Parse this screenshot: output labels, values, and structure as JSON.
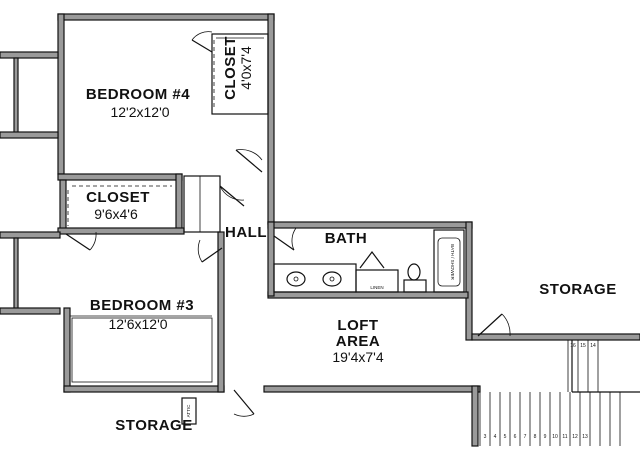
{
  "rooms": {
    "bedroom4": {
      "name": "BEDROOM #4",
      "dims": "12'2x12'0"
    },
    "closet_small": {
      "name": "CLOSET",
      "dims": "4'0x7'4"
    },
    "closet": {
      "name": "CLOSET",
      "dims": "9'6x4'6"
    },
    "hall": {
      "name": "HALL"
    },
    "bath": {
      "name": "BATH"
    },
    "bedroom3": {
      "name": "BEDROOM #3",
      "dims": "12'6x12'0"
    },
    "loft": {
      "line1": "LOFT",
      "line2": "AREA",
      "dims": "19'4x7'4"
    },
    "storage_right": {
      "name": "STORAGE"
    },
    "storage_bottom": {
      "name": "STORAGE"
    }
  },
  "fixtures": {
    "linen": "LINEN",
    "tub": "BATH / SHOWER",
    "attic": "ATTIC"
  },
  "stairs": {
    "steps_bottom": [
      "3",
      "4",
      "5",
      "6",
      "7",
      "8",
      "9",
      "10",
      "11",
      "12",
      "13"
    ],
    "steps_top": [
      "16",
      "15",
      "14"
    ]
  }
}
